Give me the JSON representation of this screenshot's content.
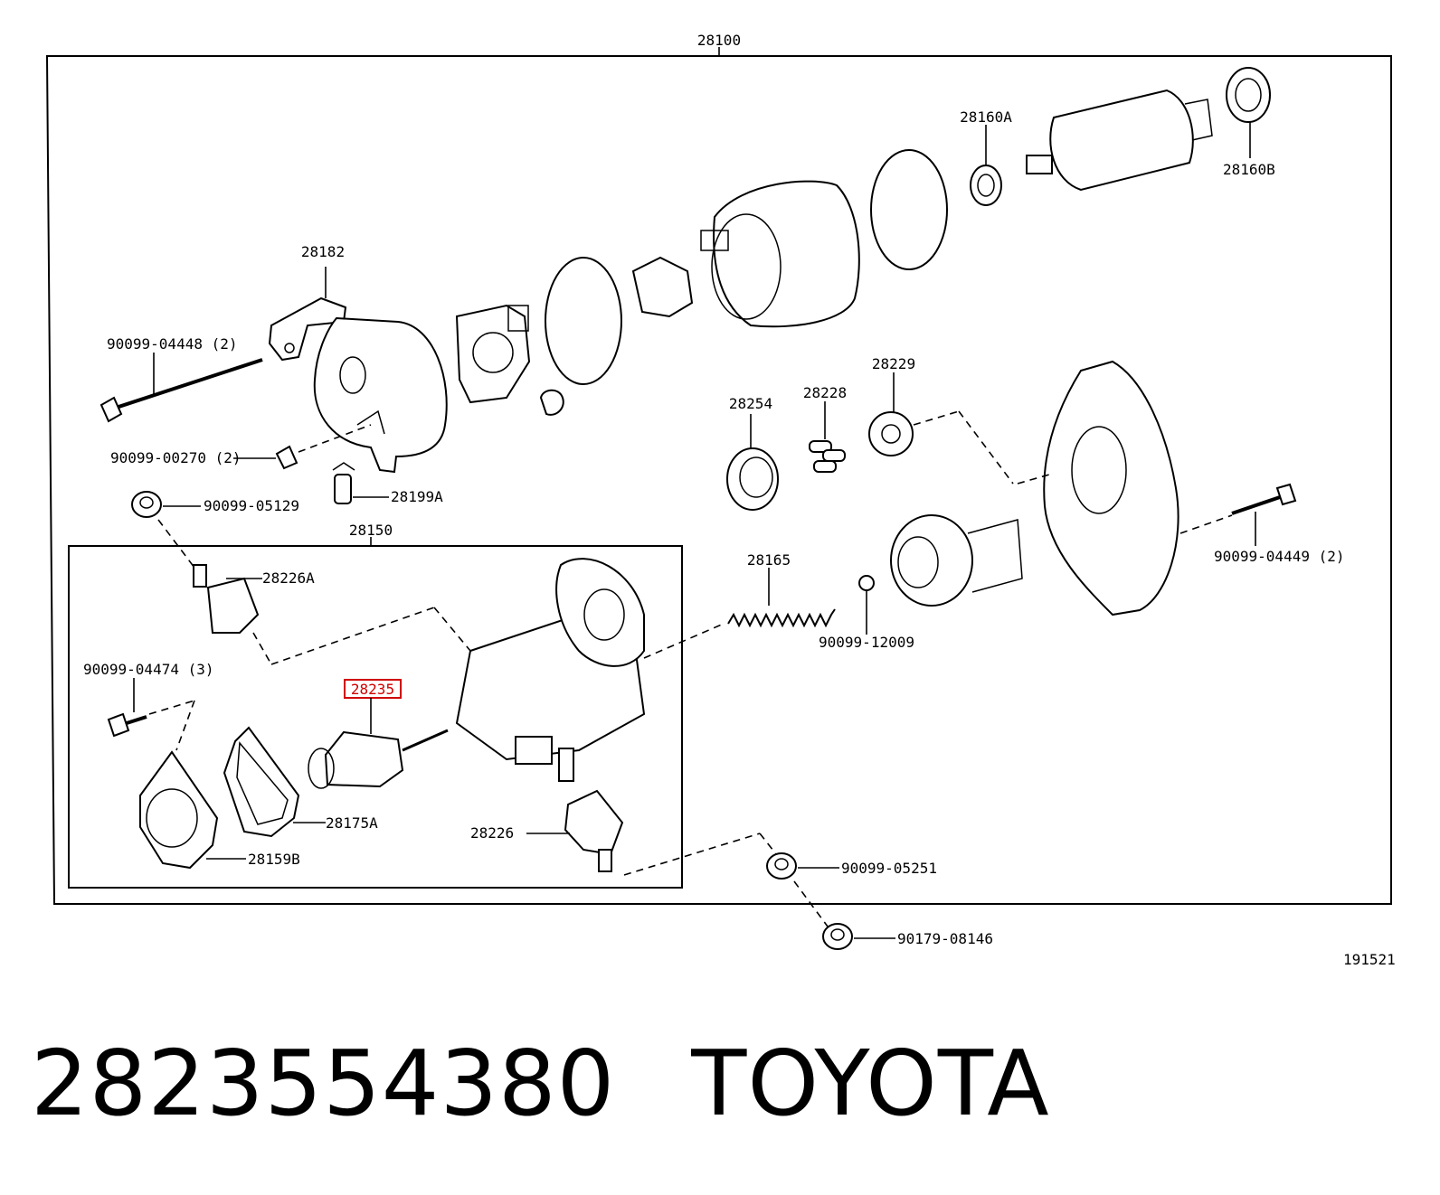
{
  "diagram": {
    "assembly_label": "28100",
    "subassembly_label": "28150",
    "highlighted_part": "28235",
    "highlight_color": "#d00000",
    "image_code": "191521",
    "part_labels": {
      "p28182": "28182",
      "p90099_04448": "90099-04448 (2)",
      "p90099_00270": "90099-00270 (2)",
      "p28199A": "28199A",
      "p90099_05129": "90099-05129",
      "p28226A": "28226A",
      "p90099_04474": "90099-04474 (3)",
      "p28235": "28235",
      "p28175A": "28175A",
      "p28159B": "28159B",
      "p28226": "28226",
      "p28254": "28254",
      "p28228": "28228",
      "p28229": "28229",
      "p28165": "28165",
      "p90099_12009": "90099-12009",
      "p90099_04449": "90099-04449 (2)",
      "p90099_05251": "90099-05251",
      "p90179_08146": "90179-08146",
      "p28160A": "28160A",
      "p28160B": "28160B"
    }
  },
  "footer": {
    "part_number": "2823554380",
    "brand": "TOYOTA"
  }
}
